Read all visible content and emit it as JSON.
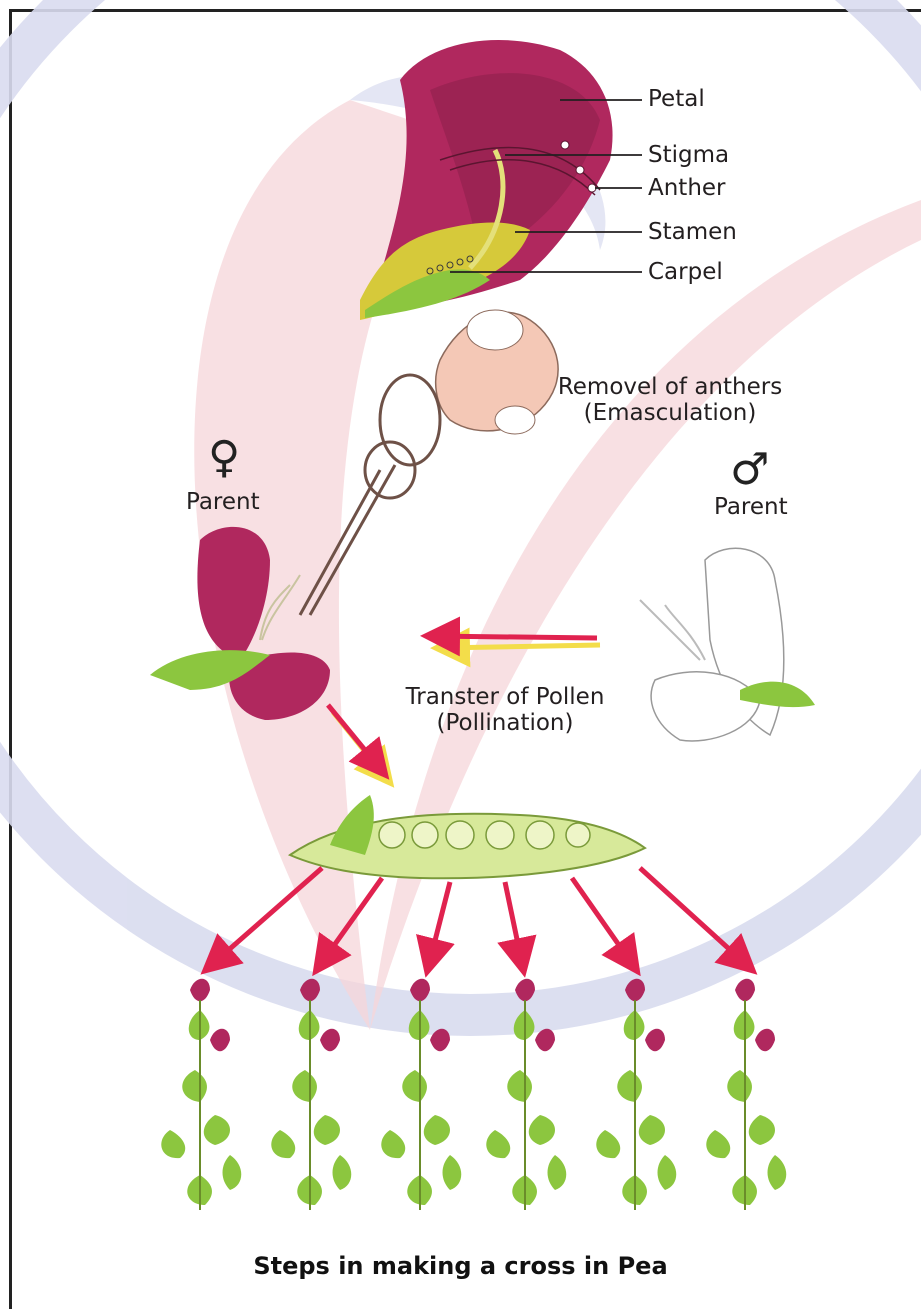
{
  "labels": {
    "petal": "Petal",
    "stigma": "Stigma",
    "anther": "Anther",
    "stamen": "Stamen",
    "carpel": "Carpel"
  },
  "steps": {
    "emasculation_line1": "Removel of anthers",
    "emasculation_line2": "(Emasculation)",
    "pollination_line1": "Transter of Pollen",
    "pollination_line2": "(Pollination)"
  },
  "parents": {
    "female_symbol": "♀",
    "female_label": "Parent",
    "male_symbol": "♂",
    "male_label": "Parent"
  },
  "caption": "Steps in making a cross in Pea",
  "colors": {
    "petal_magenta": "#b0285e",
    "arrow_red": "#e0224f",
    "arrow_shadow": "#f3dd4a",
    "leaf_green": "#8cc63f",
    "watermark_blue": "#d9dcef",
    "watermark_pink": "#f6d2d5"
  },
  "icons": [
    "scissors-icon",
    "hand-icon",
    "female-symbol-icon",
    "male-symbol-icon"
  ]
}
